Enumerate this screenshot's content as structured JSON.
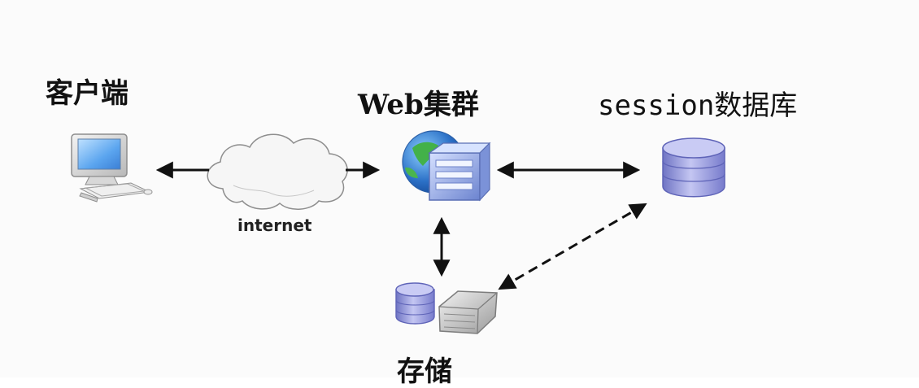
{
  "labels": {
    "client": "客户端",
    "web_cluster": "Web集群",
    "session_db": "session数据库",
    "storage": "存储",
    "internet": "internet"
  },
  "icons": {
    "client": "desktop-computer-icon",
    "internet": "cloud-icon",
    "web_cluster": "web-server-globe-icon",
    "session_db": "database-icon",
    "storage": "storage-device-icon"
  },
  "colors": {
    "line": "#111111",
    "db_blue": "#8f92d8",
    "server_blue": "#6f88d6",
    "globe_green": "#39a83a",
    "globe_blue": "#2d72c8"
  }
}
